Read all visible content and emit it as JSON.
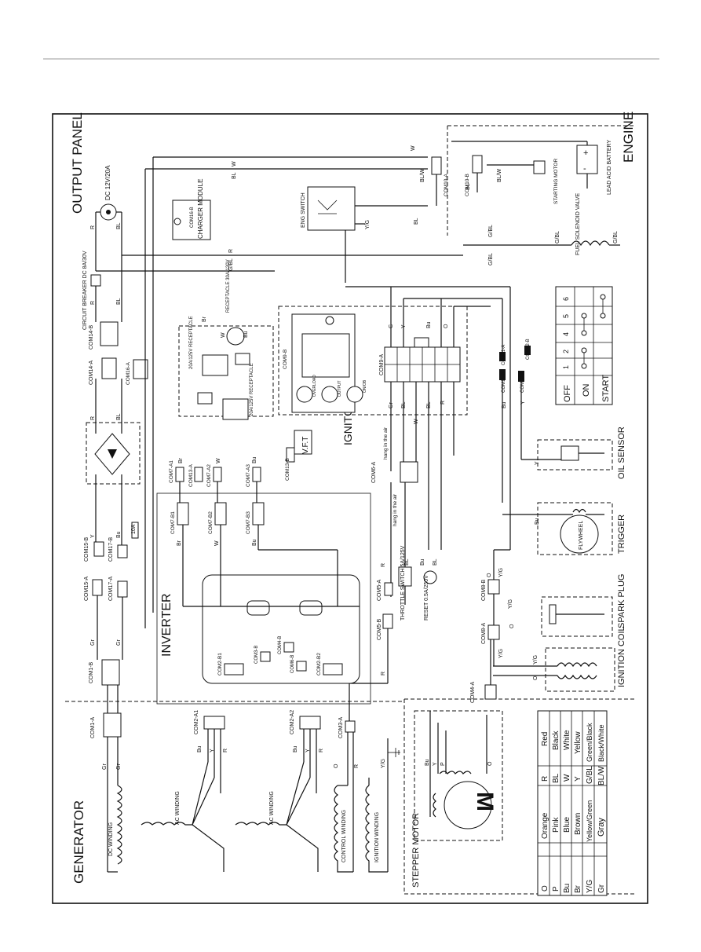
{
  "sections": {
    "output_panel": "OUTPUT PANEL",
    "engine": "ENGINE",
    "generator": "GENERATOR",
    "inverter": "INVERTER",
    "ignitor": "IGNITOR",
    "stepper_motor": "STEPPER MOTOR"
  },
  "components": {
    "dc_outlet": "DC 12V/20A",
    "circuit_breaker": "CIRCUIT BREAKER DC 8A/30V",
    "charger_module": "CHARGER MODULE",
    "eng_switch": "ENG SWITCH",
    "lead_acid_battery": "LEAD ACID BATTERY",
    "starting_motor": "STARTING MOTOR",
    "fuel_solenoid": "FUEL SOLENOID VALVE",
    "receptacle_30a": "RECEPTACLE 30A/120V",
    "receptacle_20a": "20A/125V RECEPTACLE",
    "vft": "V.F.T",
    "throttle_switch": "THROTTLE SWITCH 5A/125V",
    "reset": "RESET 0.5A/250V",
    "oil_sensor": "OIL SENSOR",
    "trigger": "TRIGGER",
    "flywheel": "FLYWHEEL",
    "spark_plug": "SPARK PLUG",
    "ignition_coil": "IGNITION COIL",
    "dc_winding": "DC WINDING",
    "ac_winding": "AC WINDING",
    "control_winding": "CONTROL WINDING",
    "ignition_winding": "IGNITION WINDING",
    "fuse_10a": "10A",
    "motor_symbol": "M",
    "hang_air_1": "hang in the air",
    "hang_air_2": "hang in the air",
    "overload": "OVERLOAD",
    "output": "OUTPUT",
    "on_ob": "ON/OB"
  },
  "connectors": {
    "com1a": "COM1-A",
    "com1b": "COM1-B",
    "com2a1": "COM2-A1",
    "com2a2": "COM2-A2",
    "com2b1": "COM2-B1",
    "com2b2": "COM2-B2",
    "com3a": "COM3-A",
    "com3b": "COM3-B",
    "com4a": "COM4-A",
    "com4b": "COM4-B",
    "com5a": "COM5-A",
    "com5b": "COM5-B",
    "com6a": "COM6-A",
    "com6b": "COM6-B",
    "com7a1": "COM7-A1",
    "com7a2": "COM7-A2",
    "com7a3": "COM7-A3",
    "com7b1": "COM7-B1",
    "com7b2": "COM7-B2",
    "com7b3": "COM7-B3",
    "com8a": "COM8-A",
    "com8b": "COM8-B",
    "com9a": "COM9-A",
    "com9b": "COM9-B",
    "com10a": "COM10-A",
    "com10b": "COM10-B",
    "com11a": "COM11-A",
    "com11b": "COM11-B",
    "com12a": "COM12-A",
    "com12b": "COM12-B",
    "com13a": "COM13-A",
    "com13b": "COM13-B",
    "com14a": "COM14-A",
    "com14b": "COM14-B",
    "com15a": "COM15-A",
    "com15b": "COM15-B",
    "com16a": "COM16-A",
    "com16b": "COM16-B",
    "com17a": "COM17-A",
    "com17b": "COM17-B"
  },
  "switch_table": {
    "positions": [
      "OFF",
      "ON",
      "START"
    ],
    "terminals": [
      "1",
      "2",
      "4",
      "5",
      "6"
    ]
  },
  "color_legend": [
    {
      "code": "O",
      "name": "Orange",
      "code2": "R",
      "name2": "Red"
    },
    {
      "code": "P",
      "name": "Pink",
      "code2": "BL",
      "name2": "Black"
    },
    {
      "code": "Bu",
      "name": "Blue",
      "code2": "W",
      "name2": "White"
    },
    {
      "code": "Br",
      "name": "Brown",
      "code2": "Y",
      "name2": "Yellow"
    },
    {
      "code": "Y/G",
      "name": "Yellow/Green",
      "code2": "G/BL",
      "name2": "Green/Black"
    },
    {
      "code": "Gr",
      "name": "Gray",
      "code2": "BL/W",
      "name2": "Black/White"
    }
  ],
  "wire_labels": {
    "w": "W",
    "bl": "BL",
    "r": "R",
    "gbl": "G/BL",
    "yg": "Y/G",
    "blw": "BL/W",
    "bu": "Bu",
    "br": "Br",
    "gr": "Gr",
    "y": "Y",
    "o": "O",
    "p": "P",
    "g": "G"
  }
}
